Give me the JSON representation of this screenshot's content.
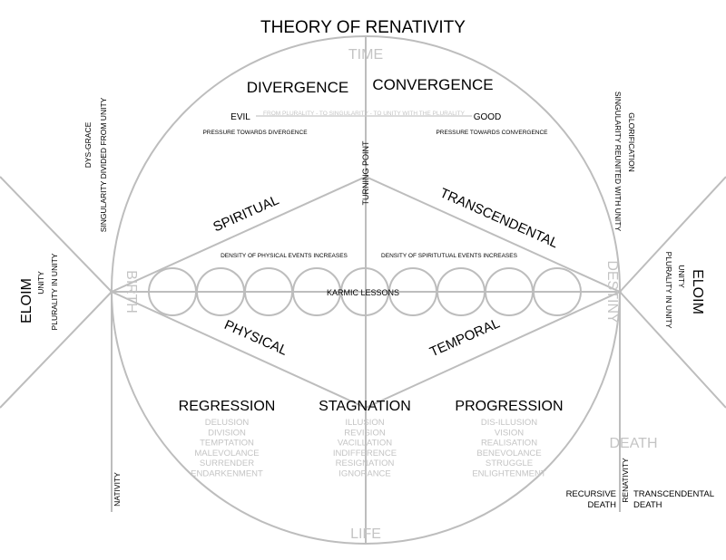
{
  "title": "THEORY OF RENATIVITY",
  "axes": {
    "time": "TIME",
    "life": "LIFE",
    "birth": "BIRTH",
    "destiny": "DESTINY",
    "death": "DEATH"
  },
  "top": {
    "divergence": "DIVERGENCE",
    "convergence": "CONVERGENCE",
    "evil": "EVIL",
    "good": "GOOD",
    "path": "FROM PLURALITY - TO SINGULARITY - TO UNITY WITH THE PLURALITY",
    "pressure_div": "PRESSURE TOWARDS DIVERGENCE",
    "pressure_conv": "PRESSURE TOWARDS CONVERGENCE",
    "turning_point": "TURNING POINT"
  },
  "diamond": {
    "spiritual": "SPIRITUAL",
    "transcendental": "TRANSCENDENTAL",
    "physical": "PHYSICAL",
    "temporal": "TEMPORAL",
    "density_physical": "DENSITY OF PHYSICAL EVENTS INCREASES",
    "density_spiritual": "DENSITY OF SPIRITUTUAL EVENTS INCREASES",
    "karmic": "KARMIC LESSONS"
  },
  "left": {
    "dysgrace": "DYS-GRACE",
    "dysgrace_sub": "SINGULARITY DIVIDED FROM UNITY",
    "eloim": "ELOIM",
    "unity": "UNITY",
    "plurality": "PLURALITY IN UNITY",
    "nativity": "NATIVITY"
  },
  "right": {
    "glorification": "GLORIFICATION",
    "glorification_sub": "SINGULARITY REUNITED WITH UNITY",
    "eloim": "ELOIM",
    "unity": "UNITY",
    "plurality": "PLURALITY IN UNITY",
    "renativity": "RENATIVITY",
    "recursive": [
      "RECURSIVE",
      "DEATH"
    ],
    "transcendental": [
      "TRANSCENDENTAL",
      "DEATH"
    ]
  },
  "columns": [
    {
      "title": "REGRESSION",
      "items": [
        "DELUSION",
        "DIVISION",
        "TEMPTATION",
        "MALEVOLANCE",
        "SURRENDER",
        "ENDARKENMENT"
      ]
    },
    {
      "title": "STAGNATION",
      "items": [
        "ILLUSION",
        "REVISION",
        "VACILLATION",
        "INDIFFERENCE",
        "RESIGNATION",
        "IGNORANCE"
      ]
    },
    {
      "title": "PROGRESSION",
      "items": [
        "DIS-ILLUSION",
        "VISION",
        "REALISATION",
        "BENEVOLANCE",
        "STRUGGLE",
        "ENLIGHTENMENT"
      ]
    }
  ]
}
